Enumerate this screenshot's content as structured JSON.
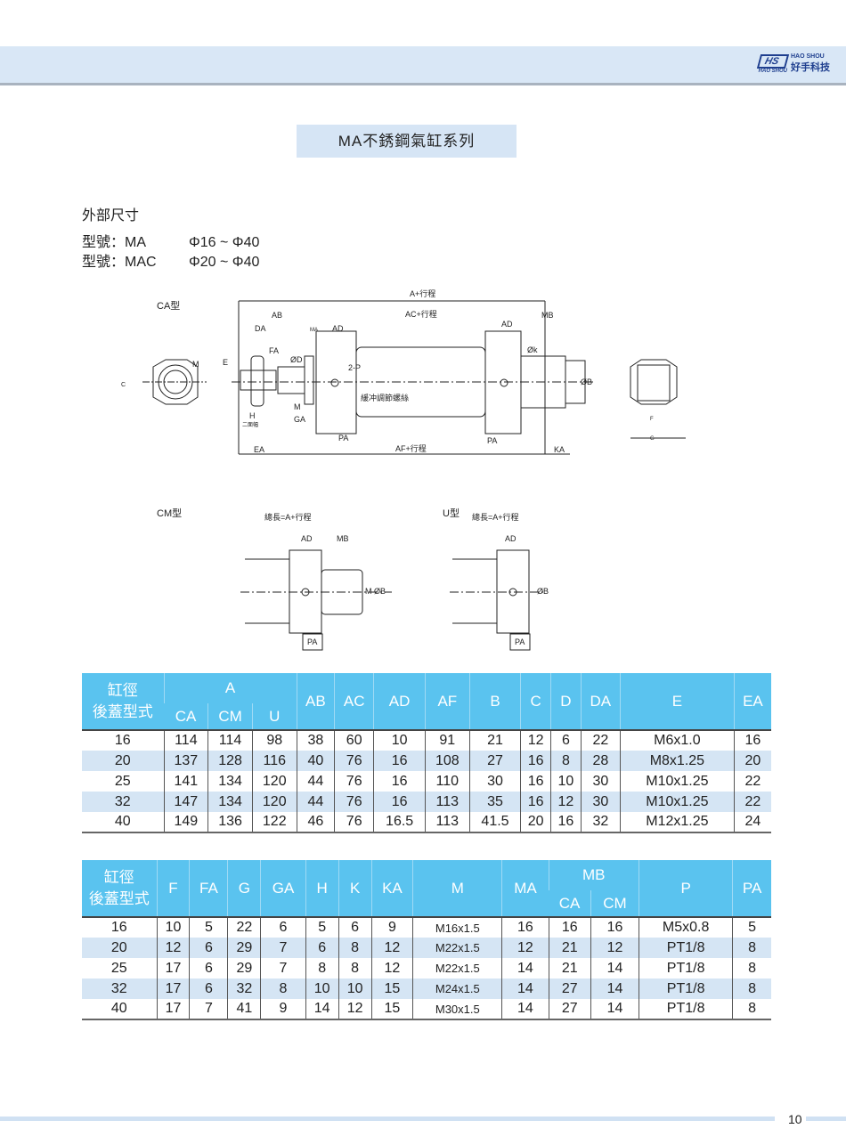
{
  "header": {
    "logo_mark": "HS",
    "logo_sub": "HAO SHOU",
    "logo_en": "HAO SHOU",
    "logo_cn": "好手科技"
  },
  "title": "MA不銹鋼氣缸系列",
  "intro": {
    "heading": "外部尺寸",
    "models": [
      {
        "label": "型號：MA",
        "range": "Φ16 ~ Φ40"
      },
      {
        "label": "型號：MAC",
        "range": "Φ20 ~ Φ40"
      }
    ]
  },
  "diagram": {
    "ca_type": "CA型",
    "cm_type": "CM型",
    "u_type": "U型",
    "labels": {
      "a_stroke": "A+行程",
      "ac_stroke": "AC+行程",
      "af_stroke": "AF+行程",
      "ab": "AB",
      "da": "DA",
      "ma": "MA",
      "ad": "AD",
      "mb": "MB",
      "fa": "FA",
      "e": "E",
      "d": "ØD",
      "two_p": "2-P",
      "cushion": "緩冲調節螺絲",
      "m": "M",
      "ga": "GA",
      "h": "H",
      "two_flat": "二面幅",
      "pa": "PA",
      "ea": "EA",
      "ka": "KA",
      "k": "Øk",
      "b": "ØB",
      "c": "C",
      "f": "F",
      "g": "G",
      "total": "總長=A+行程"
    }
  },
  "table1": {
    "bore_label": "缸徑",
    "cover_label": "後蓋型式",
    "a_label": "A",
    "sub": [
      "CA",
      "CM",
      "U"
    ],
    "cols": [
      "AB",
      "AC",
      "AD",
      "AF",
      "B",
      "C",
      "D",
      "DA",
      "E",
      "EA"
    ],
    "rows": [
      [
        "16",
        "114",
        "114",
        "98",
        "38",
        "60",
        "10",
        "91",
        "21",
        "12",
        "6",
        "22",
        "M6x1.0",
        "16"
      ],
      [
        "20",
        "137",
        "128",
        "116",
        "40",
        "76",
        "16",
        "108",
        "27",
        "16",
        "8",
        "28",
        "M8x1.25",
        "20"
      ],
      [
        "25",
        "141",
        "134",
        "120",
        "44",
        "76",
        "16",
        "110",
        "30",
        "16",
        "10",
        "30",
        "M10x1.25",
        "22"
      ],
      [
        "32",
        "147",
        "134",
        "120",
        "44",
        "76",
        "16",
        "113",
        "35",
        "16",
        "12",
        "30",
        "M10x1.25",
        "22"
      ],
      [
        "40",
        "149",
        "136",
        "122",
        "46",
        "76",
        "16.5",
        "113",
        "41.5",
        "20",
        "16",
        "32",
        "M12x1.25",
        "24"
      ]
    ]
  },
  "table2": {
    "bore_label": "缸徑",
    "cover_label": "後蓋型式",
    "cols_before": [
      "F",
      "FA",
      "G",
      "GA",
      "H",
      "K",
      "KA",
      "M",
      "MA"
    ],
    "mb_label": "MB",
    "mb_sub": [
      "CA",
      "CM"
    ],
    "cols_after": [
      "P",
      "PA"
    ],
    "rows": [
      [
        "16",
        "10",
        "5",
        "22",
        "6",
        "5",
        "6",
        "9",
        "M16x1.5",
        "16",
        "16",
        "16",
        "M5x0.8",
        "5"
      ],
      [
        "20",
        "12",
        "6",
        "29",
        "7",
        "6",
        "8",
        "12",
        "M22x1.5",
        "12",
        "21",
        "12",
        "PT1/8",
        "8"
      ],
      [
        "25",
        "17",
        "6",
        "29",
        "7",
        "8",
        "8",
        "12",
        "M22x1.5",
        "14",
        "21",
        "14",
        "PT1/8",
        "8"
      ],
      [
        "32",
        "17",
        "6",
        "32",
        "8",
        "10",
        "10",
        "15",
        "M24x1.5",
        "14",
        "27",
        "14",
        "PT1/8",
        "8"
      ],
      [
        "40",
        "17",
        "7",
        "41",
        "9",
        "14",
        "12",
        "15",
        "M30x1.5",
        "14",
        "27",
        "14",
        "PT1/8",
        "8"
      ]
    ]
  },
  "page_number": "10"
}
